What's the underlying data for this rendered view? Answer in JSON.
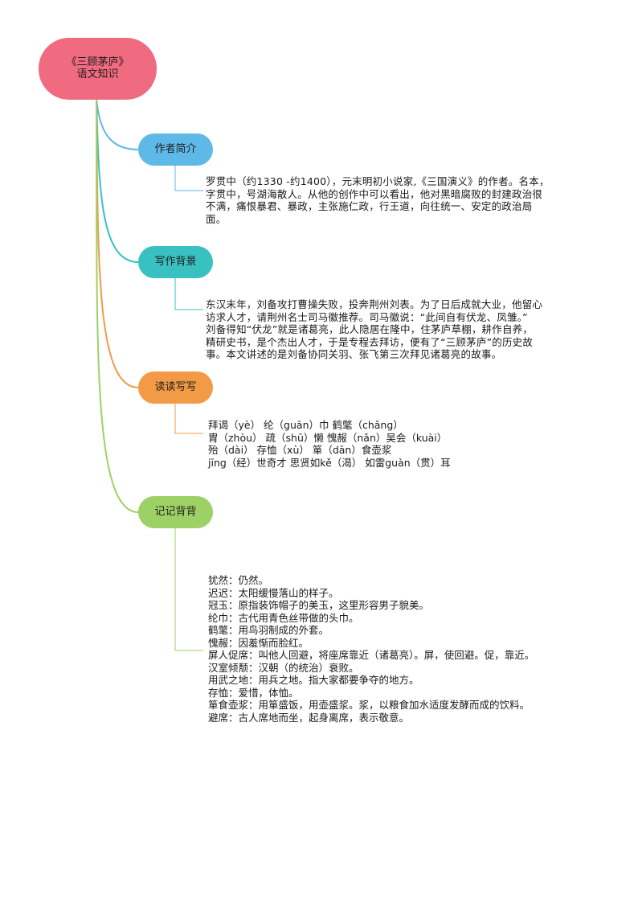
{
  "root": {
    "line1": "《三顾茅庐》",
    "line2": "语文知识"
  },
  "topics": [
    {
      "label": "作者简介",
      "color": "#5fb9e8",
      "lines": [
        "罗贯中（约1330 -约1400），元末明初小说家,《三国演义》的作者。名本，",
        "字贯中，号湖海散人。从他的创作中可以看出，他对黑暗腐败的封建政治很",
        "不满，痛恨暴君、暴政，主张施仁政，行王道，向往统一、安定的政治局",
        "面。"
      ]
    },
    {
      "label": "写作背景",
      "color": "#39c1c1",
      "lines": [
        "东汉末年，刘备攻打曹操失败，投奔荆州刘表。为了日后成就大业，他留心",
        "访求人才，请荆州名士司马徽推荐。司马徽说：“此间自有伏龙、凤雏。”",
        "刘备得知“伏龙”就是诸葛亮，此人隐居在隆中，住茅庐草棚，耕作自养，",
        "精研史书，是个杰出人才，于是专程去拜访，便有了“三顾茅庐”的历史故",
        "事。本文讲述的是刘备协同关羽、张飞第三次拜见诸葛亮的故事。"
      ]
    },
    {
      "label": "读读写写",
      "color": "#f29a45",
      "lines": [
        "拜谒（yè） 纶（guān）巾  鹤氅（chǎng）",
        "胄（zhòu）  疏（shū）懒  愧赧（nǎn）吴会（kuài）",
        "殆（dài） 存恤（xù）  箪（dān）食壶浆",
        "jīng（经）世奇才     思贤如kě（渴）     如雷guàn（贯）耳"
      ]
    },
    {
      "label": "记记背背",
      "color": "#9dd165",
      "lines": [
        "犹然：仍然。",
        "迟迟：太阳缓慢落山的样子。",
        "冠玉：原指装饰帽子的美玉，这里形容男子貌美。",
        "纶巾：古代用青色丝带做的头巾。",
        "鹤氅：用鸟羽制成的外套。",
        "愧赧：因羞惭而脸红。",
        "屏人促席：叫他人回避，将座席靠近（诸葛亮）。屏，使回避。促，靠近。",
        "汉室倾颓：汉朝（的统治）衰败。",
        "用武之地：用兵之地。指大家都要争夺的地方。",
        "存恤：爱惜，体恤。",
        "箪食壶浆：用箪盛饭，用壶盛浆。浆，以粮食加水适度发酵而成的饮料。",
        "避席：古人席地而坐，起身离席，表示敬意。"
      ]
    }
  ],
  "colors": {
    "root": "#f06a80",
    "connector_gray": "#9a9a9a"
  }
}
